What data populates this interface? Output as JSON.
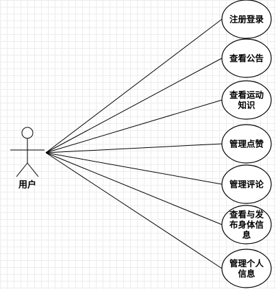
{
  "actor": {
    "label": "用户"
  },
  "use_cases": [
    {
      "id": "register-login",
      "lines": [
        "注册登录"
      ]
    },
    {
      "id": "view-announcement",
      "lines": [
        "查看公告"
      ]
    },
    {
      "id": "view-sports-knowledge",
      "lines": [
        "查看运动",
        "知识"
      ]
    },
    {
      "id": "manage-likes",
      "lines": [
        "管理点赞"
      ]
    },
    {
      "id": "manage-comments",
      "lines": [
        "管理评论"
      ]
    },
    {
      "id": "view-publish-body-info",
      "lines": [
        "查看与发",
        "布身体信",
        "息"
      ]
    },
    {
      "id": "manage-personal-info",
      "lines": [
        "管理个人",
        "信息"
      ]
    }
  ]
}
